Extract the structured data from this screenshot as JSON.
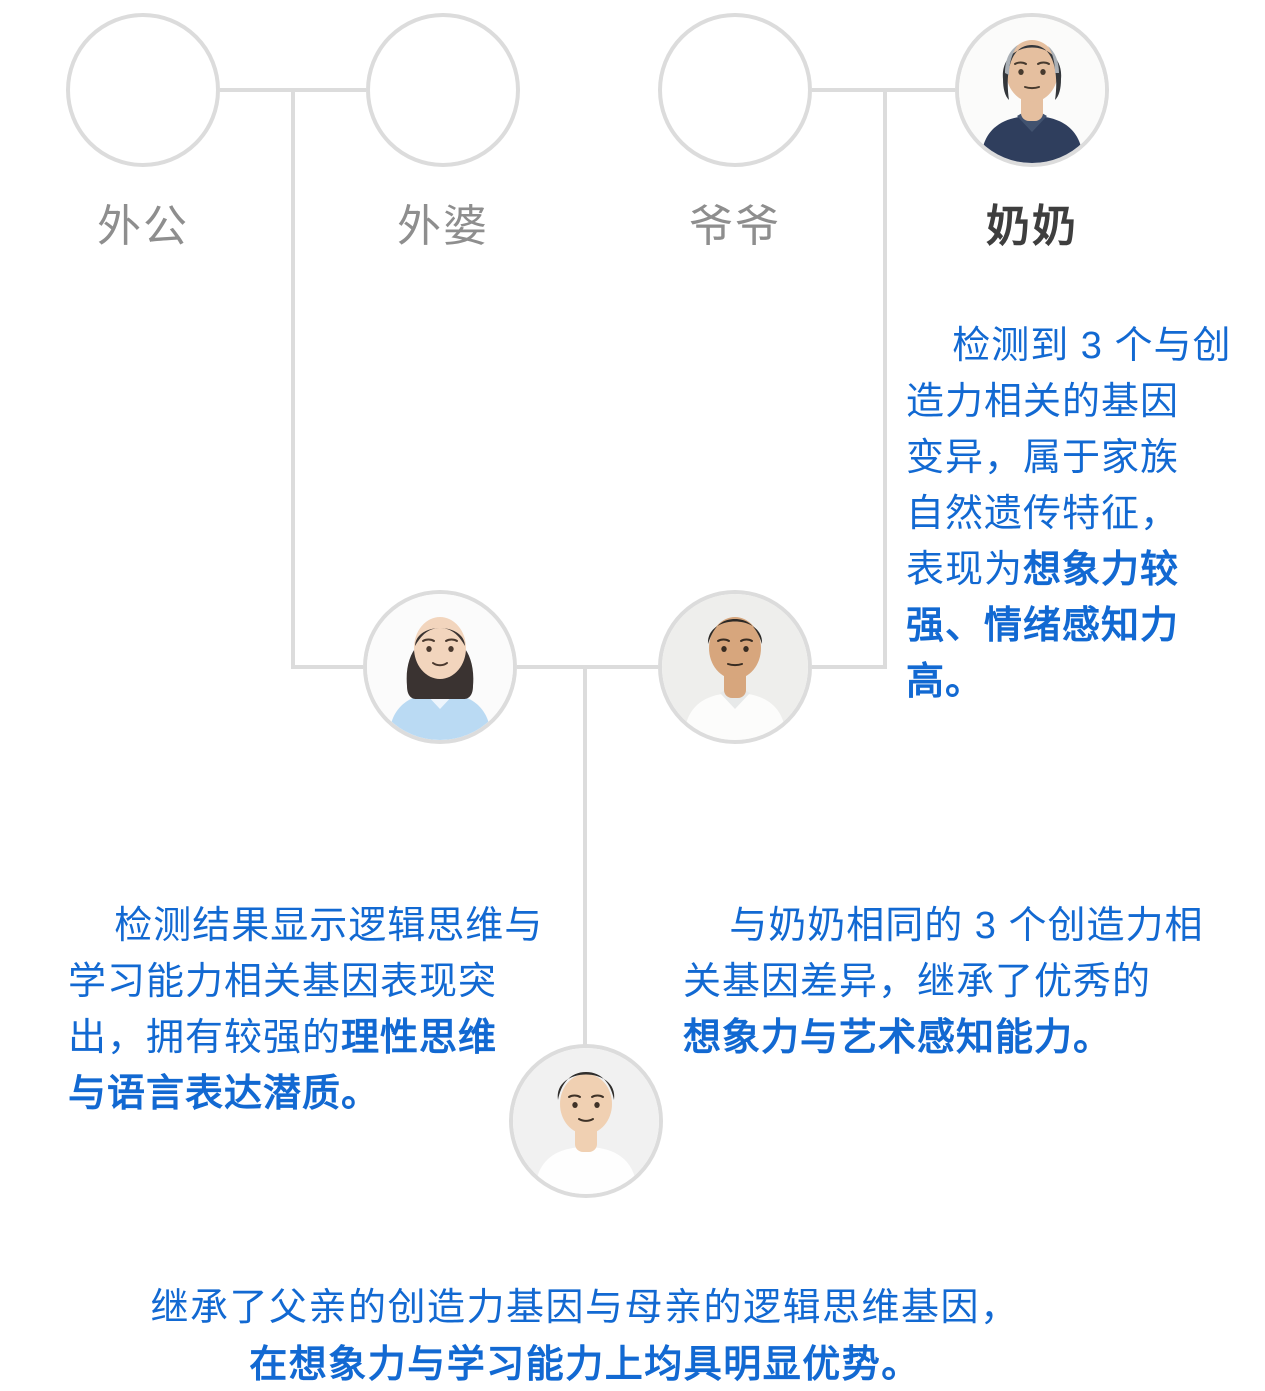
{
  "colors": {
    "background": "#ffffff",
    "connector_line": "#dcdcdc",
    "accent_blue": "#1269d2",
    "label_gray": "#8e8e8e",
    "label_dark": "#3e3e3e"
  },
  "people": {
    "maternal_grandfather": {
      "label": "外公"
    },
    "maternal_grandmother": {
      "label": "外婆"
    },
    "paternal_grandfather": {
      "label": "爷爷"
    },
    "paternal_grandmother": {
      "label": "奶奶",
      "photo": {
        "bg": "#fbfbfa",
        "skin": "#e5bf9f",
        "hair": "#34373b",
        "hair_streak": "#aab0b6",
        "shirt": "#2f3e5d",
        "collar": "#41526f",
        "features": "#473a2e"
      }
    },
    "mother": {
      "photo": {
        "bg": "#fbfbfb",
        "skin": "#f2d5bd",
        "hair": "#3a3331",
        "shirt": "#badaf3",
        "collar": "#edf5fc",
        "features": "#4a392e"
      }
    },
    "father": {
      "photo": {
        "bg": "#eeeeec",
        "skin": "#d7a67d",
        "hair": "#2c2926",
        "shirt": "#fcfcfb",
        "collar": "#e7e9e9",
        "features": "#382c22"
      }
    },
    "child": {
      "photo": {
        "bg": "#f1f1f1",
        "skin": "#f0d0b2",
        "hair": "#302e2c",
        "shirt": "#fefefe",
        "collar": "#fefefe",
        "features": "#3f3227"
      }
    }
  },
  "notes": {
    "grandmother": {
      "regular": "检测到 3 个与创\n造力相关的基因\n变异，属于家族\n自然遗传特征，\n表现为",
      "bold": "想象力较\n强、情绪感知力\n高。"
    },
    "mother": {
      "regular": "检测结果显示逻辑思维与\n学习能力相关基因表现突\n出，拥有较强的",
      "bold": "理性思维\n与语言表达潜质。"
    },
    "father": {
      "regular": "与奶奶相同的 3 个创造力相\n关基因差异，继承了优秀的\n",
      "bold": "想象力与艺术感知能力。"
    },
    "child": {
      "line1": "继承了父亲的创造力基因与母亲的逻辑思维基因，",
      "line2": "在想象力与学习能力上均具明显优势。"
    }
  }
}
